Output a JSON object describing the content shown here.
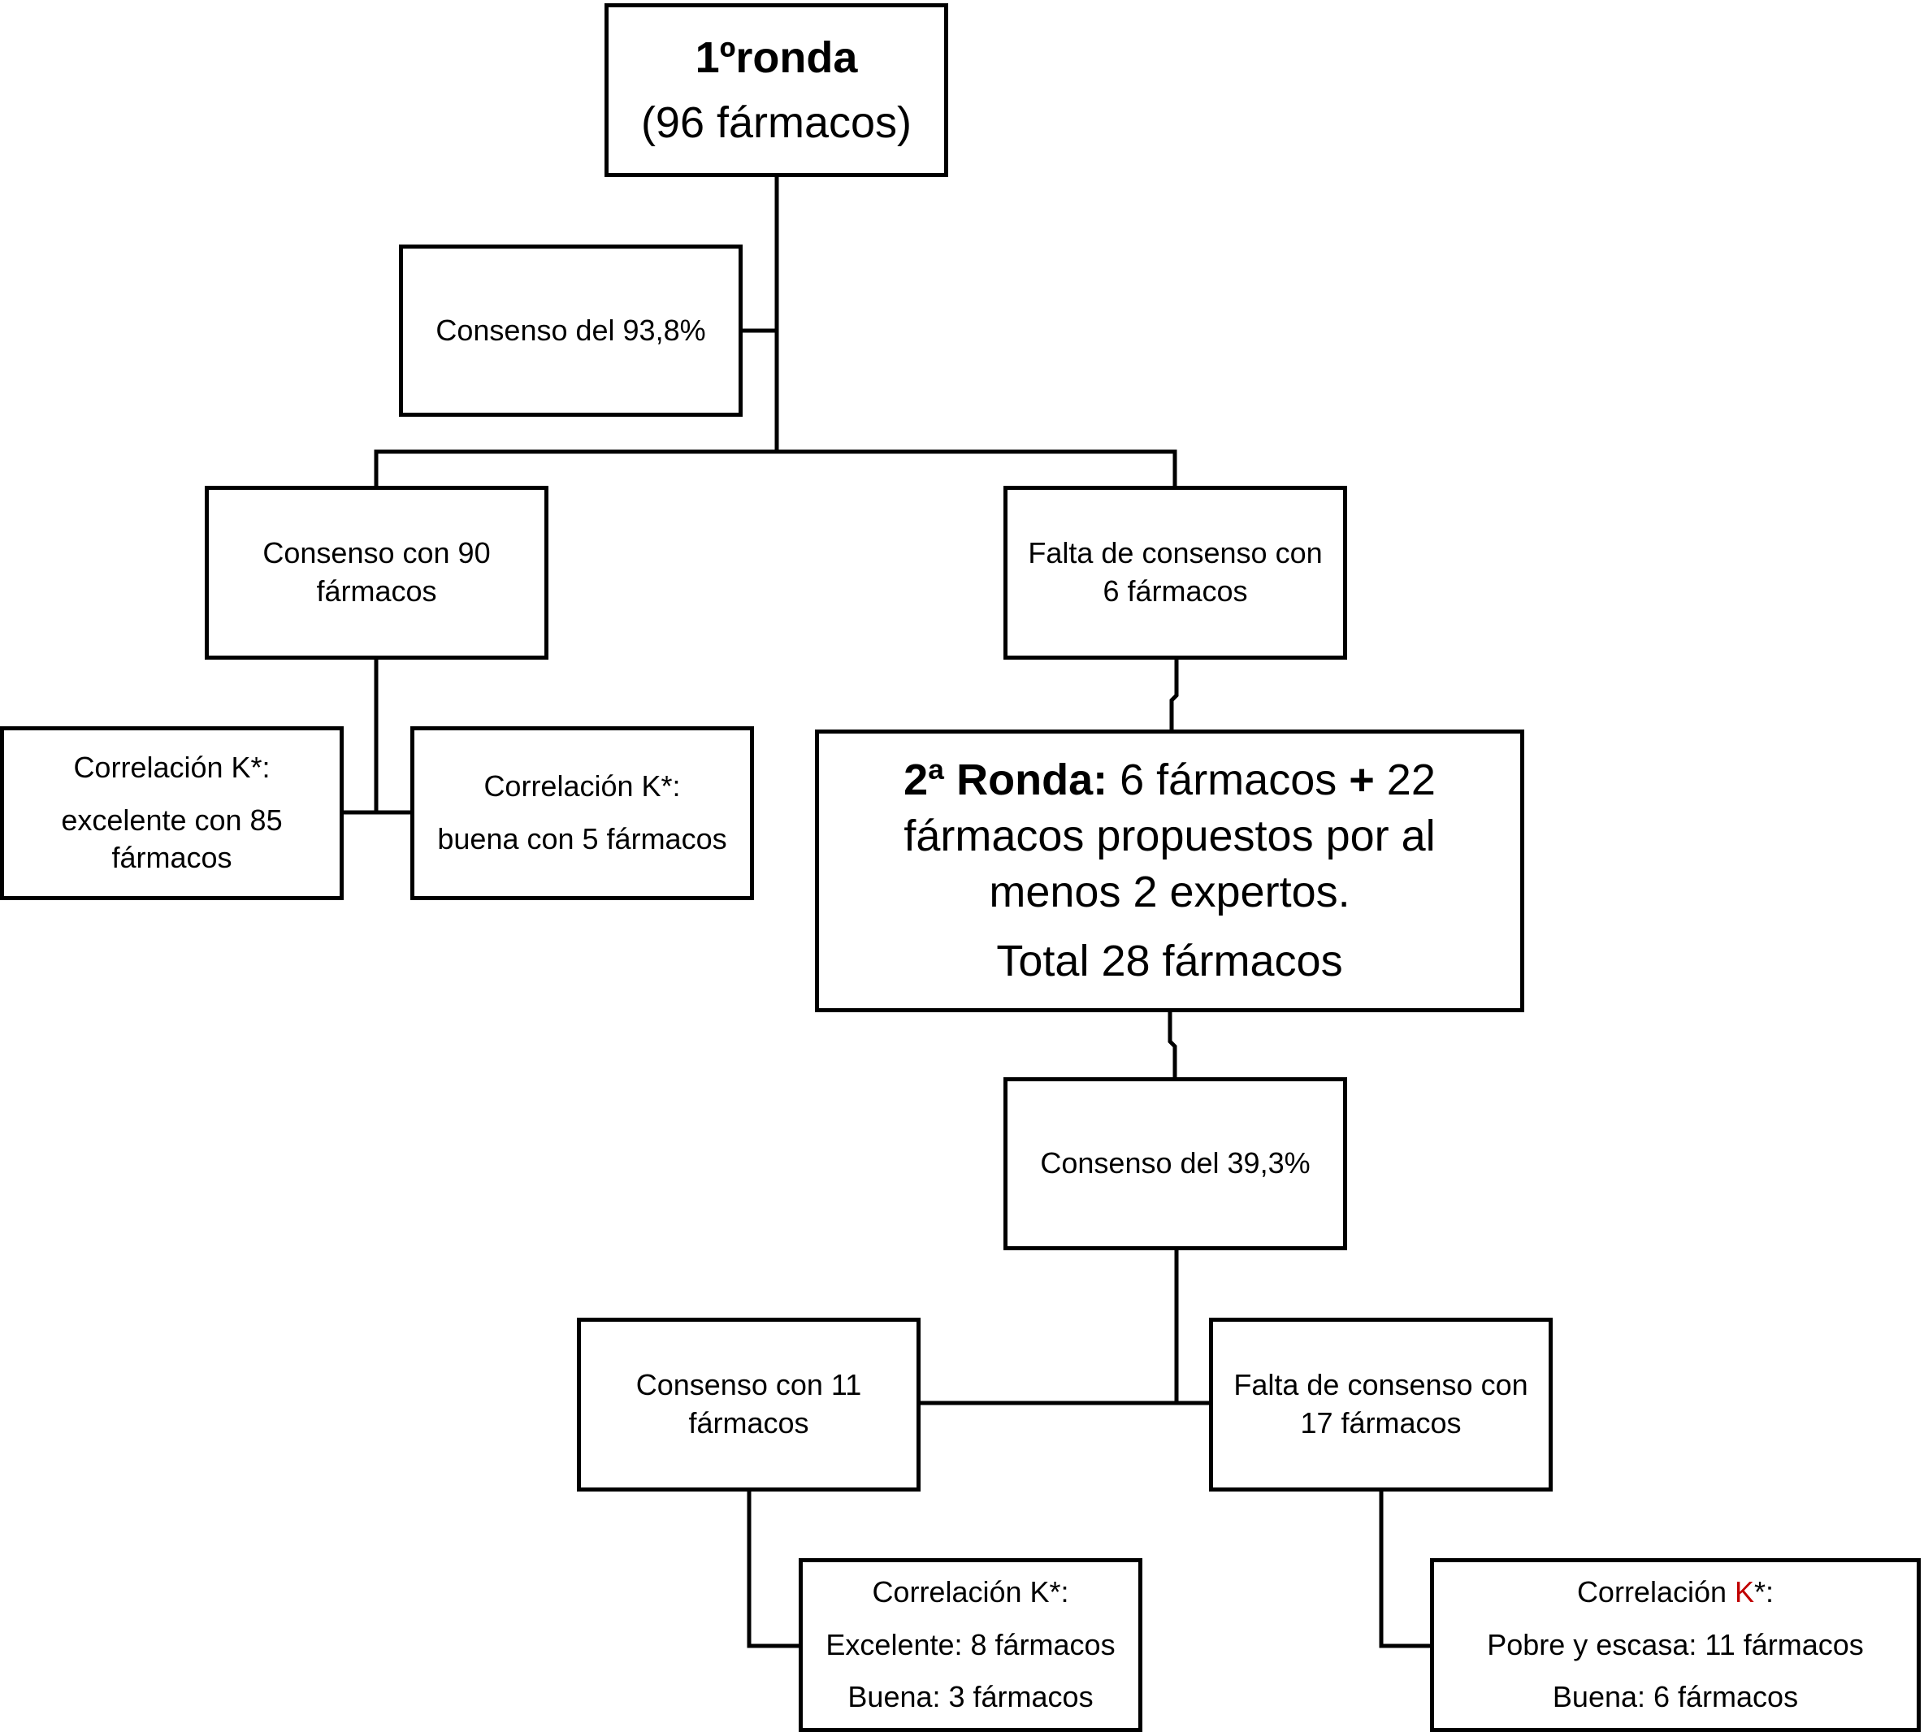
{
  "round1": {
    "title": "1ºronda",
    "subtitle": "(96 fármacos)"
  },
  "consensus1": {
    "label": "Consenso del 93,8%"
  },
  "consensus90": {
    "line1": "Consenso con 90",
    "line2": "fármacos"
  },
  "lack6": {
    "line1": "Falta de consenso con",
    "line2": "6 fármacos"
  },
  "corrExcellent85": {
    "line1": "Correlación K*:",
    "line2": "excelente con 85",
    "line3": "fármacos"
  },
  "corrGood5": {
    "line1": "Correlación K*:",
    "line2": "buena con 5 fármacos"
  },
  "round2": {
    "title_bold": "2ª Ronda:",
    "title_rest": " 6 fármacos ",
    "plus": "+",
    "title_end": " 22",
    "line2": "fármacos propuestos por al",
    "line3": "menos 2 expertos.",
    "total": "Total 28 fármacos"
  },
  "consensus2": {
    "label": "Consenso del 39,3%"
  },
  "consensus11": {
    "line1": "Consenso con 11",
    "line2": "fármacos"
  },
  "lack17": {
    "line1": "Falta de consenso con",
    "line2": "17 fármacos"
  },
  "corr11": {
    "line1": "Correlación K*:",
    "line2": "Excelente: 8 fármacos",
    "line3": "Buena: 3 fármacos"
  },
  "corr17": {
    "line1_a": "Correlación ",
    "line1_k": "K",
    "line1_b": "*:",
    "line2": "Pobre y escasa: 11 fármacos",
    "line3": "Buena: 6 fármacos"
  },
  "colors": {
    "line": "#000000",
    "accent": "#c00000"
  }
}
